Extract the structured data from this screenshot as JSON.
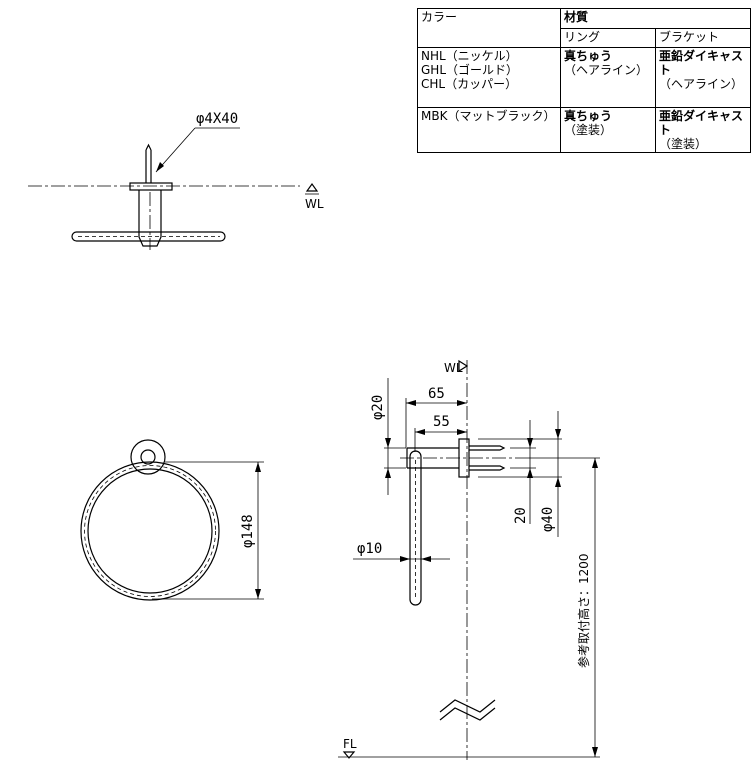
{
  "table": {
    "header_color": "カラー",
    "header_material": "材質",
    "header_ring": "リング",
    "header_bracket": "ブラケット",
    "rows": [
      {
        "colors": [
          "NHL（ニッケル）",
          "GHL（ゴールド）",
          "CHL（カッパー）"
        ],
        "ring": [
          "真ちゅう",
          "（ヘアライン）"
        ],
        "bracket": [
          "亜鉛ダイキャスト",
          "（ヘアライン）"
        ]
      },
      {
        "colors": [
          "MBK（マットブラック）"
        ],
        "ring": [
          "真ちゅう",
          "（塗装）"
        ],
        "bracket": [
          "亜鉛ダイキャスト",
          "（塗装）"
        ]
      }
    ]
  },
  "top_view": {
    "screw_label": "φ4X40",
    "wl_label": "WL"
  },
  "front_view": {
    "diameter_label": "φ148"
  },
  "side_view": {
    "wl_label": "WL",
    "dim_65": "65",
    "dim_55": "55",
    "dim_phi20": "φ20",
    "dim_20": "20",
    "dim_phi40": "φ40",
    "dim_phi10": "φ10",
    "height_label": "参考取付高さ：1200",
    "fl_label": "FL"
  }
}
